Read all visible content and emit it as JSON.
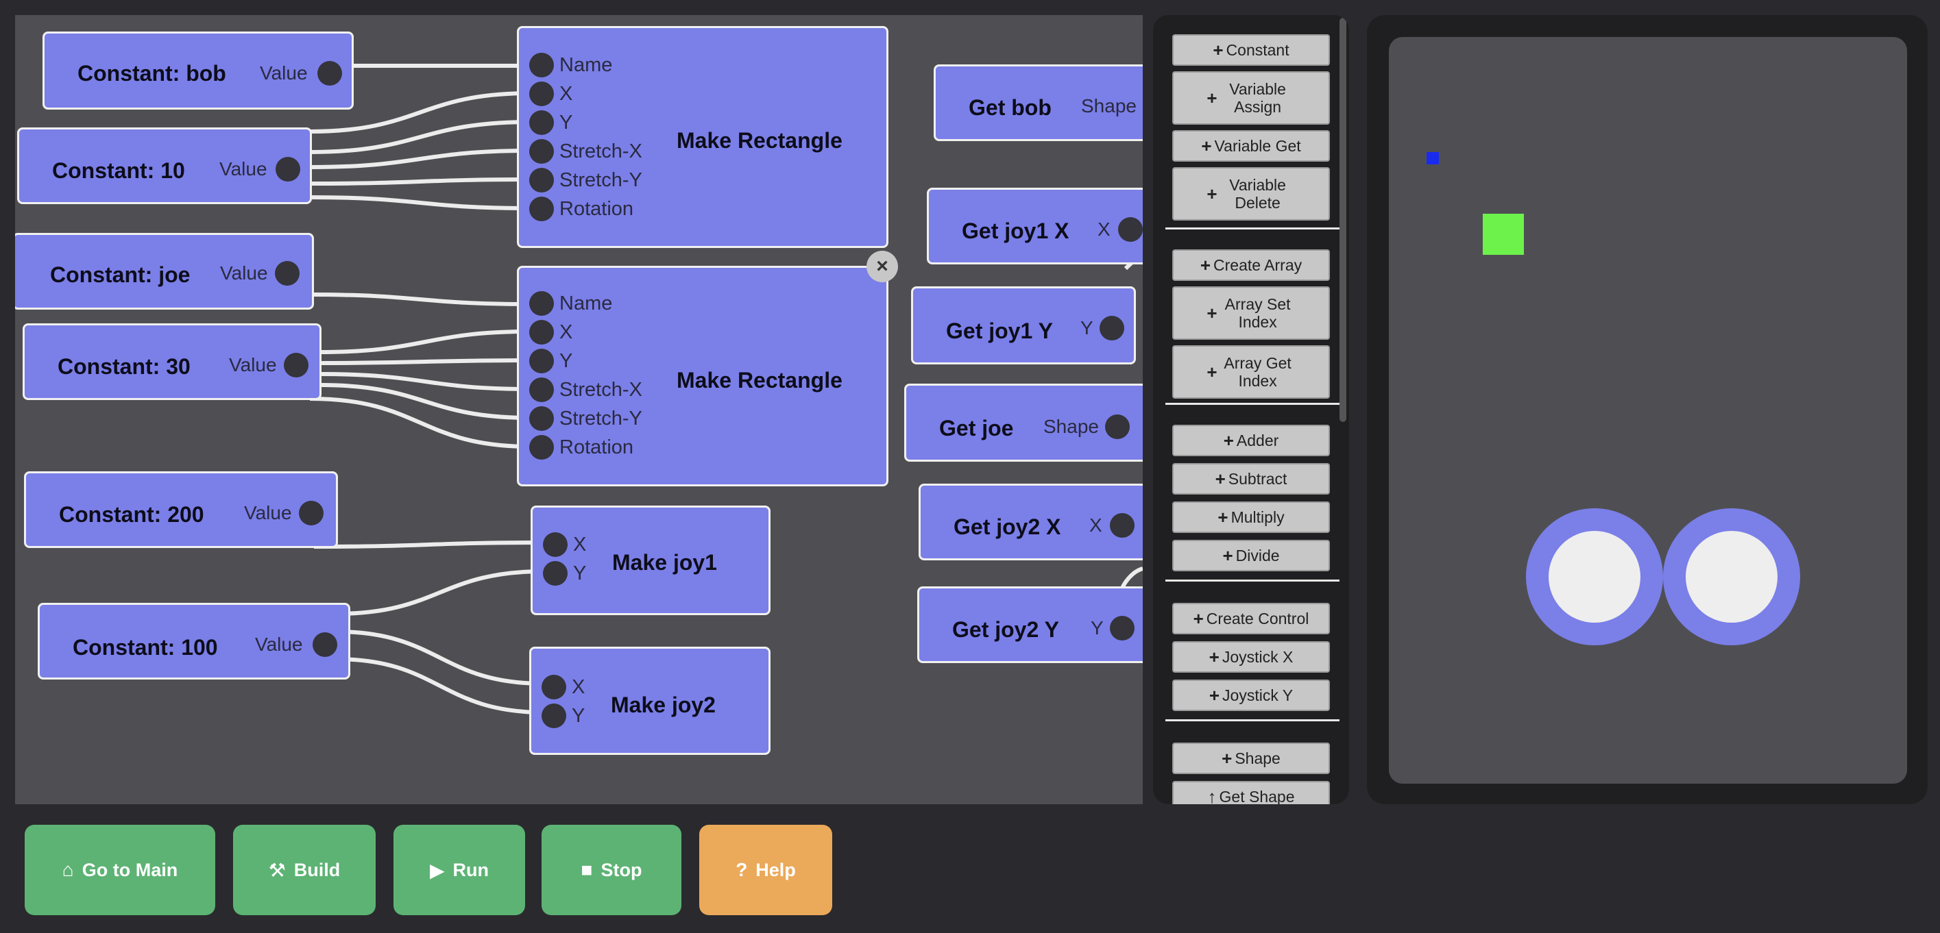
{
  "nodes": {
    "const_bob": {
      "title": "Constant: bob",
      "out": "Value"
    },
    "const_10": {
      "title": "Constant: 10",
      "out": "Value"
    },
    "const_joe": {
      "title": "Constant: joe",
      "out": "Value"
    },
    "const_30": {
      "title": "Constant: 30",
      "out": "Value"
    },
    "const_200": {
      "title": "Constant: 200",
      "out": "Value"
    },
    "const_100": {
      "title": "Constant: 100",
      "out": "Value"
    },
    "rect1": {
      "title": "Make Rectangle",
      "inputs": [
        "Name",
        "X",
        "Y",
        "Stretch-X",
        "Stretch-Y",
        "Rotation"
      ]
    },
    "rect2": {
      "title": "Make Rectangle",
      "inputs": [
        "Name",
        "X",
        "Y",
        "Stretch-X",
        "Stretch-Y",
        "Rotation"
      ]
    },
    "joy1": {
      "title": "Make joy1",
      "inputs": [
        "X",
        "Y"
      ]
    },
    "joy2": {
      "title": "Make joy2",
      "inputs": [
        "X",
        "Y"
      ]
    },
    "get_bob": {
      "title": "Get bob",
      "out": "Shape"
    },
    "get_joy1x": {
      "title": "Get joy1 X",
      "out": "X"
    },
    "get_joy1y": {
      "title": "Get joy1 Y",
      "out": "Y"
    },
    "get_joe": {
      "title": "Get joe",
      "out": "Shape"
    },
    "get_joy2x": {
      "title": "Get joy2 X",
      "out": "X"
    },
    "get_joy2y": {
      "title": "Get joy2 Y",
      "out": "Y"
    },
    "close_symbol": "×"
  },
  "palette": {
    "plus_symbol": "+",
    "get_shape_symbol": "↑",
    "buttons": [
      {
        "label": "Constant"
      },
      {
        "label": "Variable Assign"
      },
      {
        "label": "Variable Get"
      },
      {
        "label": "Variable Delete"
      },
      {
        "label": "Create Array"
      },
      {
        "label": "Array Set Index"
      },
      {
        "label": "Array Get Index"
      },
      {
        "label": "Adder"
      },
      {
        "label": "Subtract"
      },
      {
        "label": "Multiply"
      },
      {
        "label": "Divide"
      },
      {
        "label": "Create Control"
      },
      {
        "label": "Joystick X"
      },
      {
        "label": "Joystick Y"
      },
      {
        "label": "Shape"
      },
      {
        "label": "Get Shape"
      }
    ]
  },
  "preview": {
    "shape_small_color": "#1a2bf0",
    "shape_square_color": "#6df24c",
    "joystick_ring_color": "#7b7fe8",
    "joystick_knob_color": "#eeeeee"
  },
  "toolbar": {
    "main": {
      "label": "Go to Main",
      "icon": "home-icon",
      "glyph": "⌂"
    },
    "build": {
      "label": "Build",
      "icon": "hammer-icon",
      "glyph": "⚒"
    },
    "run": {
      "label": "Run",
      "icon": "play-icon",
      "glyph": "▶"
    },
    "stop": {
      "label": "Stop",
      "icon": "stop-icon",
      "glyph": "■"
    },
    "help": {
      "label": "Help",
      "icon": "question-icon",
      "glyph": "?"
    }
  },
  "colors": {
    "node_fill": "#7b7fe8",
    "button_green": "#5db374",
    "button_orange": "#eba95a",
    "palette_button": "#c7c7c7"
  }
}
